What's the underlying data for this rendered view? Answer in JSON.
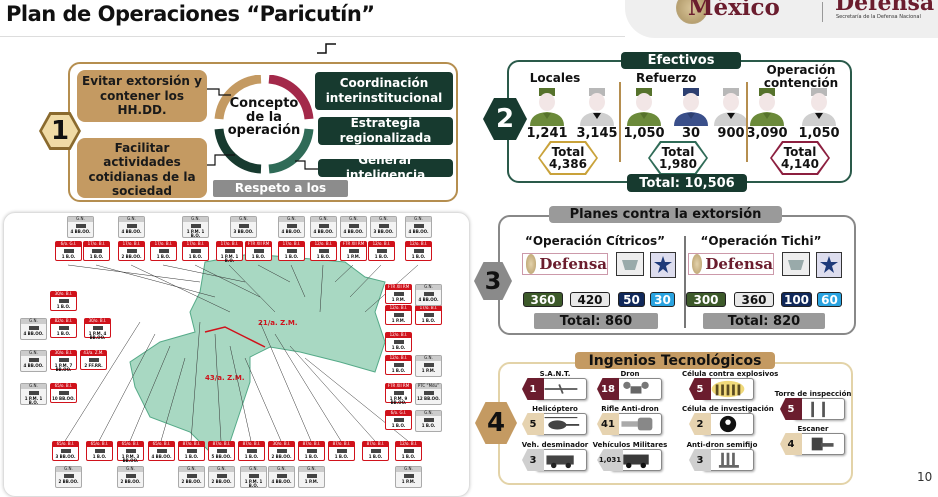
{
  "title": "Plan de Operaciones “Paricutín”",
  "header": {
    "logo_mexico": "México",
    "logo_defensa": "Defensa",
    "logo_sub": "Secretaría de la Defensa Nacional"
  },
  "page_number": "10",
  "section1": {
    "number": "1",
    "center": "Concepto de la operación",
    "left": [
      "Evitar extorsión y contener los HH.DD.",
      "Facilitar actividades cotidianas de la sociedad"
    ],
    "right": [
      "Coordinación interinstitucional",
      "Estrategia regionalizada",
      "Generar inteligencia"
    ],
    "bottom": "Respeto a los DD.HH.",
    "colors": {
      "tan": "#c49a62",
      "green": "#173a2f",
      "red": "#a3294a",
      "teal": "#2f6b57"
    }
  },
  "section2": {
    "number": "2",
    "title": "Efectivos",
    "groups": [
      {
        "label": "Locales",
        "values": [
          "1,241",
          "3,145"
        ],
        "types": [
          "army",
          "guard"
        ],
        "total_label": "Total",
        "total": "4,386",
        "color": "#c9a23a"
      },
      {
        "label": "Refuerzo",
        "values": [
          "1,050",
          "30",
          "900"
        ],
        "types": [
          "army",
          "navy",
          "guard"
        ],
        "total_label": "Total",
        "total": "1,980",
        "color": "#2f6b57"
      },
      {
        "label": "Operación contención",
        "values": [
          "3,090",
          "1,050"
        ],
        "types": [
          "army",
          "guard"
        ],
        "total_label": "Total",
        "total": "4,140",
        "color": "#8c1f3f"
      }
    ],
    "grand_total": "Total: 10,506"
  },
  "section3": {
    "number": "3",
    "title": "Planes contra la extorsión",
    "plans": [
      {
        "name": "“Operación Cítricos”",
        "logo": "Defensa",
        "counts": [
          "360",
          "420",
          "50",
          "30"
        ],
        "total": "Total: 860"
      },
      {
        "name": "“Operación Tichi”",
        "logo": "Defensa",
        "counts": [
          "300",
          "360",
          "100",
          "60"
        ],
        "total": "Total: 820"
      }
    ],
    "count_colors": [
      "#3d5a2a",
      "#e8e8e8",
      "#10285a",
      "#29a3e0"
    ]
  },
  "section4": {
    "number": "4",
    "title": "Ingenios Tecnológicos",
    "items": [
      {
        "label": "S.A.N.T.",
        "value": "1",
        "icon": "drone-plane-icon",
        "color": "#6b1d2e"
      },
      {
        "label": "Dron",
        "value": "18",
        "icon": "quadcopter-icon",
        "color": "#6b1d2e"
      },
      {
        "label": "Célula contra explosivos",
        "value": "5",
        "icon": "team-icon",
        "color": "#6b1d2e"
      },
      {
        "label": "Torre de inspección",
        "value": "5",
        "icon": "tower-icon",
        "color": "#6b1d2e"
      },
      {
        "label": "Helicóptero",
        "value": "5",
        "icon": "helicopter-icon",
        "color": "#e6d3b0"
      },
      {
        "label": "Rifle Anti-dron",
        "value": "41",
        "icon": "rifle-icon",
        "color": "#e6d3b0"
      },
      {
        "label": "Célula de investigación",
        "value": "2",
        "icon": "group-icon",
        "color": "#e6d3b0"
      },
      {
        "label": "Escaner",
        "value": "4",
        "icon": "scanner-icon",
        "color": "#e6d3b0"
      },
      {
        "label": "Veh. desminador",
        "value": "3",
        "icon": "demining-vehicle-icon",
        "color": "#cfcfcf"
      },
      {
        "label": "Vehículos Militares",
        "value": "1,031",
        "icon": "military-vehicle-icon",
        "color": "#cfcfcf"
      },
      {
        "label": "Anti-dron semifijo",
        "value": "3",
        "icon": "antidrone-icon",
        "color": "#cfcfcf"
      }
    ]
  },
  "map": {
    "region_label_1": "21/a. Z.M.",
    "region_label_2": "43/a. Z.M.",
    "top_red": [
      [
        "6/o. G.I.",
        "1 B.O."
      ],
      [
        "17/o. B.I.",
        "1 B.O."
      ],
      [
        "17/o. B.I.",
        "2 BB.OO."
      ],
      [
        "17/o. B.I.",
        "1 B.O."
      ],
      [
        "17/o. B.I.",
        "1 B.O."
      ],
      [
        "17/o. B.I.",
        "1 P.M. 1 B.O."
      ],
      [
        "FTR XII RM",
        "1 B.O."
      ],
      [
        "17/o. B.I.",
        "1 B.O."
      ],
      [
        "12/o. B.I.",
        "1 B.O."
      ],
      [
        "FTR XII RM",
        "1 P.M."
      ],
      [
        "12/o. B.I.",
        "1 B.O."
      ],
      [
        "12/o. B.I.",
        "1 B.O."
      ]
    ],
    "top_gn": [
      [
        "G.N.",
        "4 BB.OO."
      ],
      [
        "G.N.",
        "4 BB.OO."
      ],
      [
        "G.N.",
        "1 P.M. 1 B.O."
      ],
      [
        "G.N.",
        "3 BB.OO."
      ],
      [
        "G.N.",
        "4 BB.OO."
      ],
      [
        "G.N.",
        "4 BB.OO."
      ],
      [
        "G.N.",
        "4 BB.OO."
      ],
      [
        "G.N.",
        "3 BB.OO."
      ],
      [
        "G.N.",
        "4 BB.OO."
      ]
    ],
    "bottom_red": [
      [
        "65/o. B.I.",
        "3 BB.OO."
      ],
      [
        "65/o. B.I.",
        "1 B.O."
      ],
      [
        "65/o. B.I.",
        "1 P.M. 3 BB.OO."
      ],
      [
        "65/o. B.I.",
        "4 BB.OO."
      ],
      [
        "87/o. B.I.",
        "1 B.O."
      ],
      [
        "87/o. B.I.",
        "5 BB.OO."
      ],
      [
        "87/o. B.I.",
        "1 B.O."
      ],
      [
        "30/o. B.I.",
        "2 BB.OO."
      ],
      [
        "87/o. B.I.",
        "1 B.O."
      ],
      [
        "87/o. B.I.",
        "1 B.O."
      ],
      [
        "87/o. B.I.",
        "1 B.O."
      ],
      [
        "12/o. B.I.",
        "1 B.O."
      ]
    ],
    "bottom_gn": [
      [
        "G.N.",
        "2 BB.OO."
      ],
      [
        "G.N.",
        "2 BB.OO."
      ],
      [
        "G.N.",
        "2 BB.OO."
      ],
      [
        "G.N.",
        "2 BB.OO."
      ],
      [
        "G.N.",
        "1 P.M. 1 B.O."
      ],
      [
        "G.N.",
        "4 BB.OO."
      ],
      [
        "G.N.",
        "1 P.M."
      ],
      [
        "G.N.",
        "1 P.M."
      ]
    ],
    "left_red": [
      [
        "30/o. B.I.",
        "1 B.O."
      ],
      [
        "82/o. B.I.",
        "1 B.O."
      ],
      [
        "30/o. B.I.",
        "1 P.M. 4 BB.OO."
      ],
      [
        "30/o. B.I.",
        "1 P.M. 7 BB.OO."
      ],
      [
        "43/a. Z.M.",
        "2 FF.RR."
      ],
      [
        "65/o. B.I.",
        "10 BB.OO."
      ]
    ],
    "left_gn": [
      [
        "G.N.",
        "4 BB.OO."
      ],
      [
        "G.N.",
        "4 BB.OO."
      ],
      [
        "G.N.",
        "1 P.M. 1 B.O."
      ]
    ],
    "right_red": [
      [
        "FTR XII RM",
        "1 P.M."
      ],
      [
        "12/o. B.I.",
        "1 P.M."
      ],
      [
        "17/o. B.I.",
        "1 B.O."
      ],
      [
        "12/o. B.I.",
        "1 B.O."
      ],
      [
        "12/o. B.I.",
        "1 B.O."
      ],
      [
        "FTR XII RM",
        "1 P.M. 9 BB.OO."
      ],
      [
        "6/o. G.I.",
        "1 B.O."
      ]
    ],
    "right_gn": [
      [
        "G.N.",
        "4 BB.OO."
      ],
      [
        "G.N.",
        "1 P.M."
      ],
      [
        "PTC “Mdu”",
        "12 BB.OO."
      ],
      [
        "G.N.",
        "1 B.O."
      ]
    ]
  }
}
